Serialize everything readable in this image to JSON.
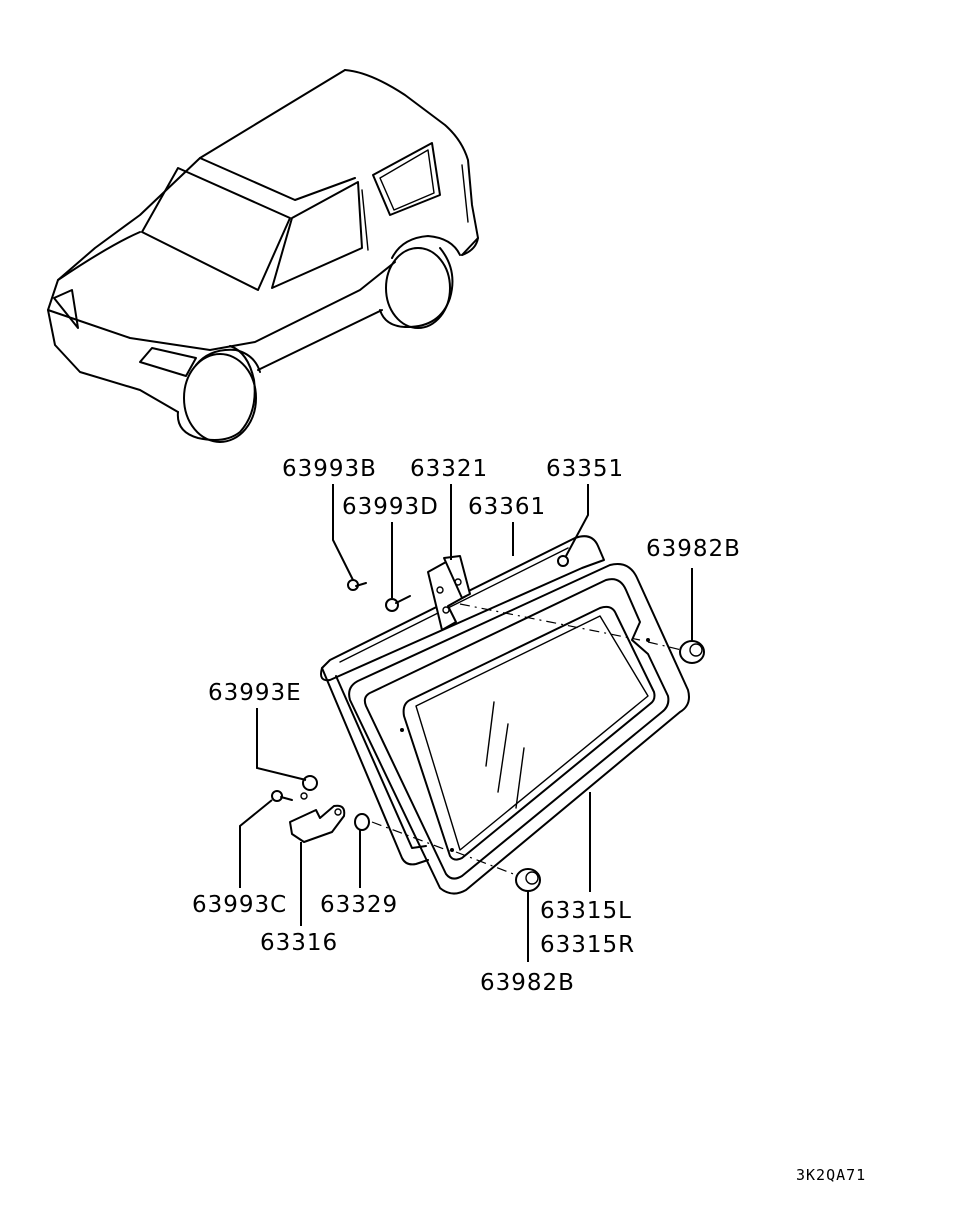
{
  "parts": {
    "p63993B": "63993B",
    "p63321": "63321",
    "p63351": "63351",
    "p63993D": "63993D",
    "p63361": "63361",
    "p63982B_top": "63982B",
    "p63993E": "63993E",
    "p63993C": "63993C",
    "p63329": "63329",
    "p63316": "63316",
    "p63315L": "63315L",
    "p63315R": "63315R",
    "p63982B_bottom": "63982B"
  },
  "diagram_code": "3K2QA71"
}
